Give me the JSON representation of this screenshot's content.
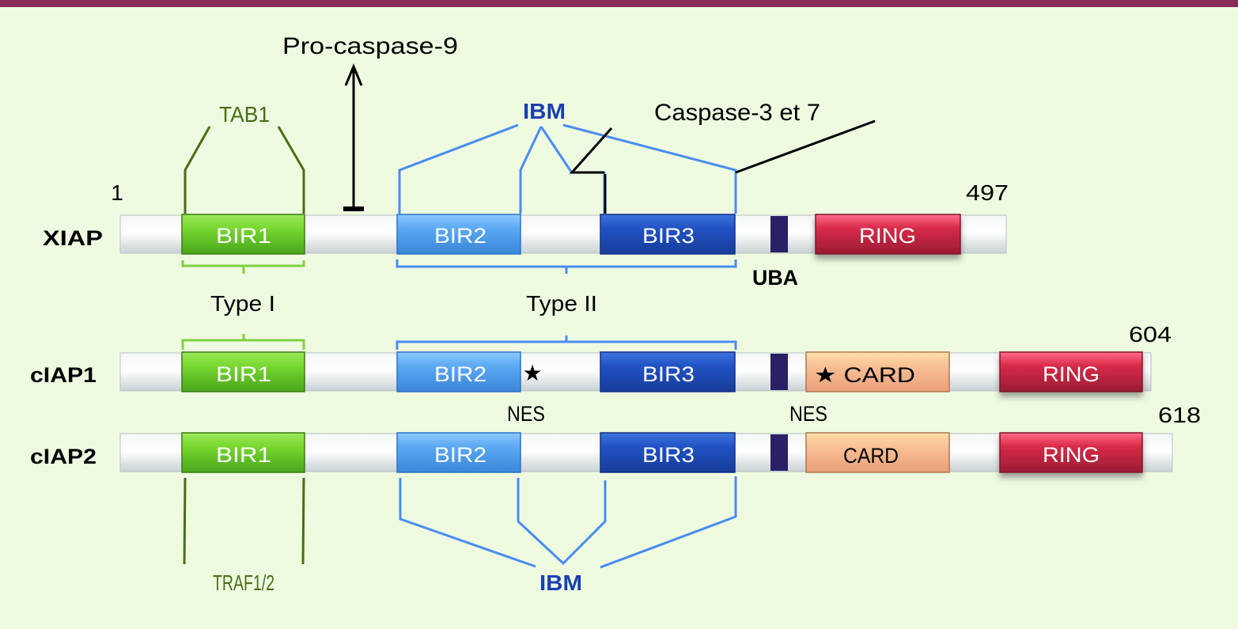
{
  "colors": {
    "header_bar": "#8b2b58",
    "background": "#eefbe1",
    "backbone": "#dfe5e6",
    "BIR1": "#72d42a",
    "BIR2": "#5aa8f2",
    "BIR3": "#1f4fc0",
    "UBA": "#2a2066",
    "CARD": "#f7b98f",
    "RING": "#d22643",
    "tab_traf": "#4a6e14",
    "type1": "#80d040",
    "ibm": "#4a8cf0",
    "ibm_text": "#1a3fb0"
  },
  "annotations": {
    "pro_caspase": "Pro-caspase-9",
    "tab1": "TAB1",
    "ibm_top": "IBM",
    "caspase": "Caspase-3 et 7",
    "uba": "UBA",
    "type1": "Type I",
    "type2": "Type II",
    "nes1": "NES",
    "nes2": "NES",
    "traf": "TRAF1/2",
    "ibm_bottom": "IBM",
    "start_residue": "1"
  },
  "proteins": [
    {
      "name": "XIAP",
      "length": "497",
      "domains": [
        {
          "type": "BIR1",
          "label": "BIR1"
        },
        {
          "type": "BIR2",
          "label": "BIR2"
        },
        {
          "type": "BIR3",
          "label": "BIR3"
        },
        {
          "type": "UBA",
          "label": ""
        },
        {
          "type": "RING",
          "label": "RING"
        }
      ]
    },
    {
      "name": "cIAP1",
      "length": "604",
      "domains": [
        {
          "type": "BIR1",
          "label": "BIR1"
        },
        {
          "type": "BIR2",
          "label": "BIR2"
        },
        {
          "type": "NES",
          "label": "★"
        },
        {
          "type": "BIR3",
          "label": "BIR3"
        },
        {
          "type": "UBA",
          "label": ""
        },
        {
          "type": "CARD",
          "label": "★ CARD"
        },
        {
          "type": "RING",
          "label": "RING"
        }
      ]
    },
    {
      "name": "cIAP2",
      "length": "618",
      "domains": [
        {
          "type": "BIR1",
          "label": "BIR1"
        },
        {
          "type": "BIR2",
          "label": "BIR2"
        },
        {
          "type": "BIR3",
          "label": "BIR3"
        },
        {
          "type": "UBA",
          "label": ""
        },
        {
          "type": "CARD",
          "label": "CARD"
        },
        {
          "type": "RING",
          "label": "RING"
        }
      ]
    }
  ]
}
